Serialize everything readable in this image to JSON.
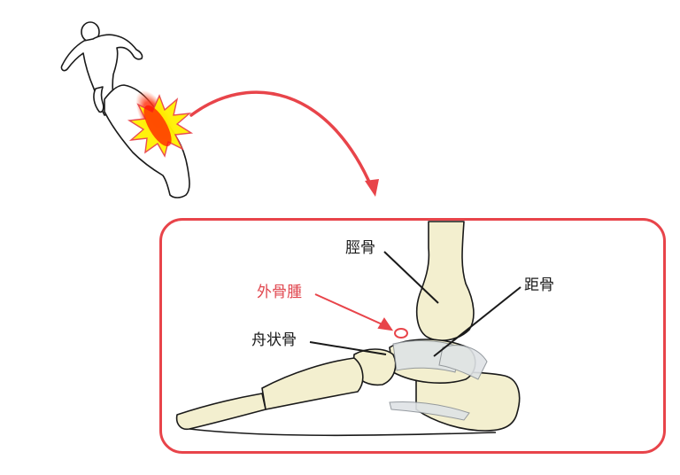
{
  "diagram": {
    "title_context": "Runner with ankle pain — lateral view of foot bones",
    "colors": {
      "accent_red": "#e8444a",
      "label_red": "#e0474f",
      "bone": "#f3efcf",
      "outline": "#1a1a1a",
      "ligament": "#cfd6dc",
      "burst_yellow": "#fff200",
      "burst_red": "#ff1a00"
    },
    "runner": {
      "description": "Runner figure with highlighted painful lower leg",
      "pain_burst": "starburst"
    },
    "arrow": {
      "description": "Curved red arrow pointing from the leg to the zoomed foot illustration"
    },
    "labels": {
      "tibia": "脛骨",
      "talus": "距骨",
      "navicular": "舟状骨",
      "exostosis": "外骨腫"
    }
  }
}
